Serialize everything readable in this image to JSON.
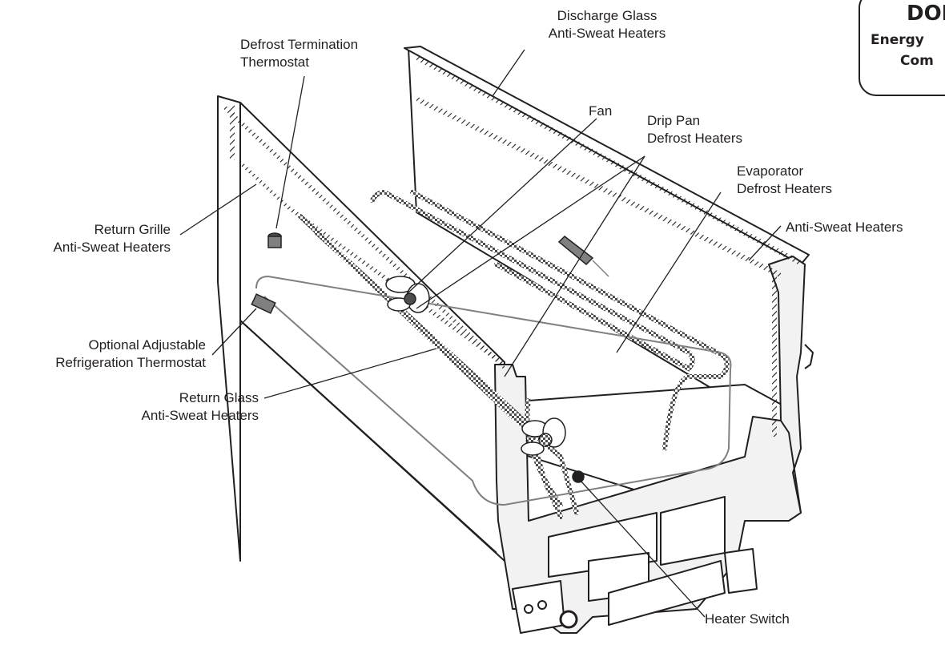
{
  "labels": {
    "discharge_glass": [
      "Discharge Glass",
      "Anti-Sweat Heaters"
    ],
    "defrost_termination": [
      "Defrost Termination",
      "Thermostat"
    ],
    "fan": "Fan",
    "drip_pan": [
      "Drip Pan",
      "Defrost Heaters"
    ],
    "evaporator": [
      "Evaporator",
      "Defrost Heaters"
    ],
    "anti_sweat": "Anti-Sweat Heaters",
    "return_grille": [
      "Return Grille",
      "Anti-Sweat Heaters"
    ],
    "optional_thermostat": [
      "Optional Adjustable",
      "Refrigeration Thermostat"
    ],
    "return_glass": [
      "Return Glass",
      "Anti-Sweat Heaters"
    ],
    "heater_switch": "Heater Switch"
  },
  "badge": {
    "line1": "DOE",
    "line2": "Energy",
    "line3": "Com"
  },
  "colors": {
    "line": "#231f20",
    "wire": "#808080",
    "heater": "#4d4d4d",
    "fill": "#f2f2f2"
  }
}
